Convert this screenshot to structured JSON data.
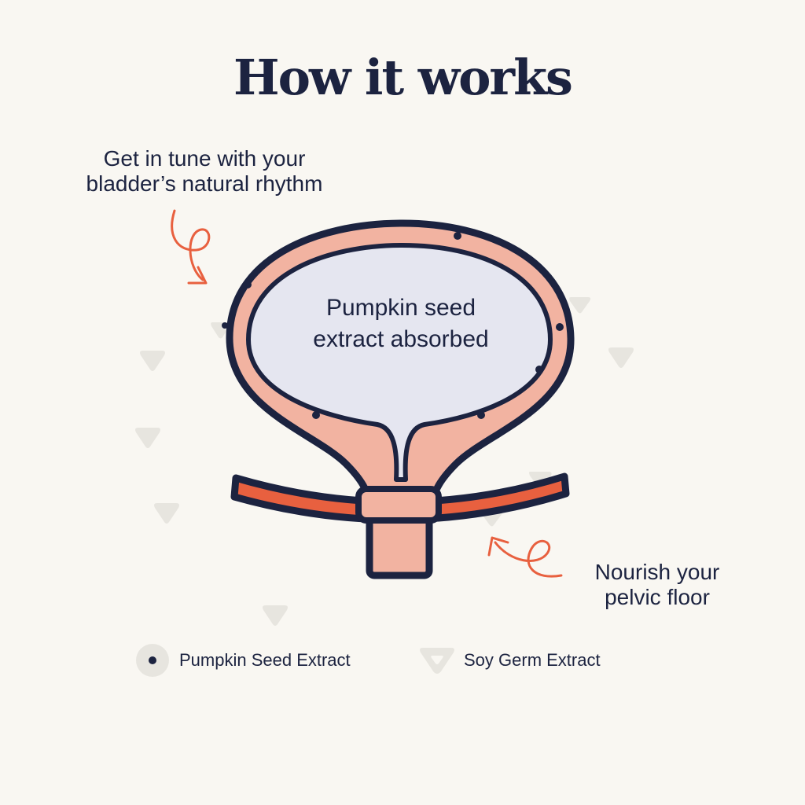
{
  "title": "How it works",
  "callouts": {
    "top": [
      "Get in tune with your",
      "bladder’s natural rhythm"
    ],
    "bottom": [
      "Nourish your",
      "pelvic floor"
    ]
  },
  "bladder_label": [
    "Pumpkin seed",
    "extract absorbed"
  ],
  "legend": {
    "pumpkin": "Pumpkin Seed Extract",
    "soy": "Soy Germ Extract"
  },
  "colors": {
    "background": "#f9f7f2",
    "outline": "#1c2340",
    "wall": "#f2b3a1",
    "interior": "#e5e6f0",
    "muscle": "#e8603f",
    "arrow": "#e8603f",
    "soy_marker": "#e7e5df"
  },
  "icons": {
    "pumpkin_marker": "dot-icon",
    "soy_marker": "rounded-triangle-icon",
    "arrow": "curly-arrow-icon"
  }
}
